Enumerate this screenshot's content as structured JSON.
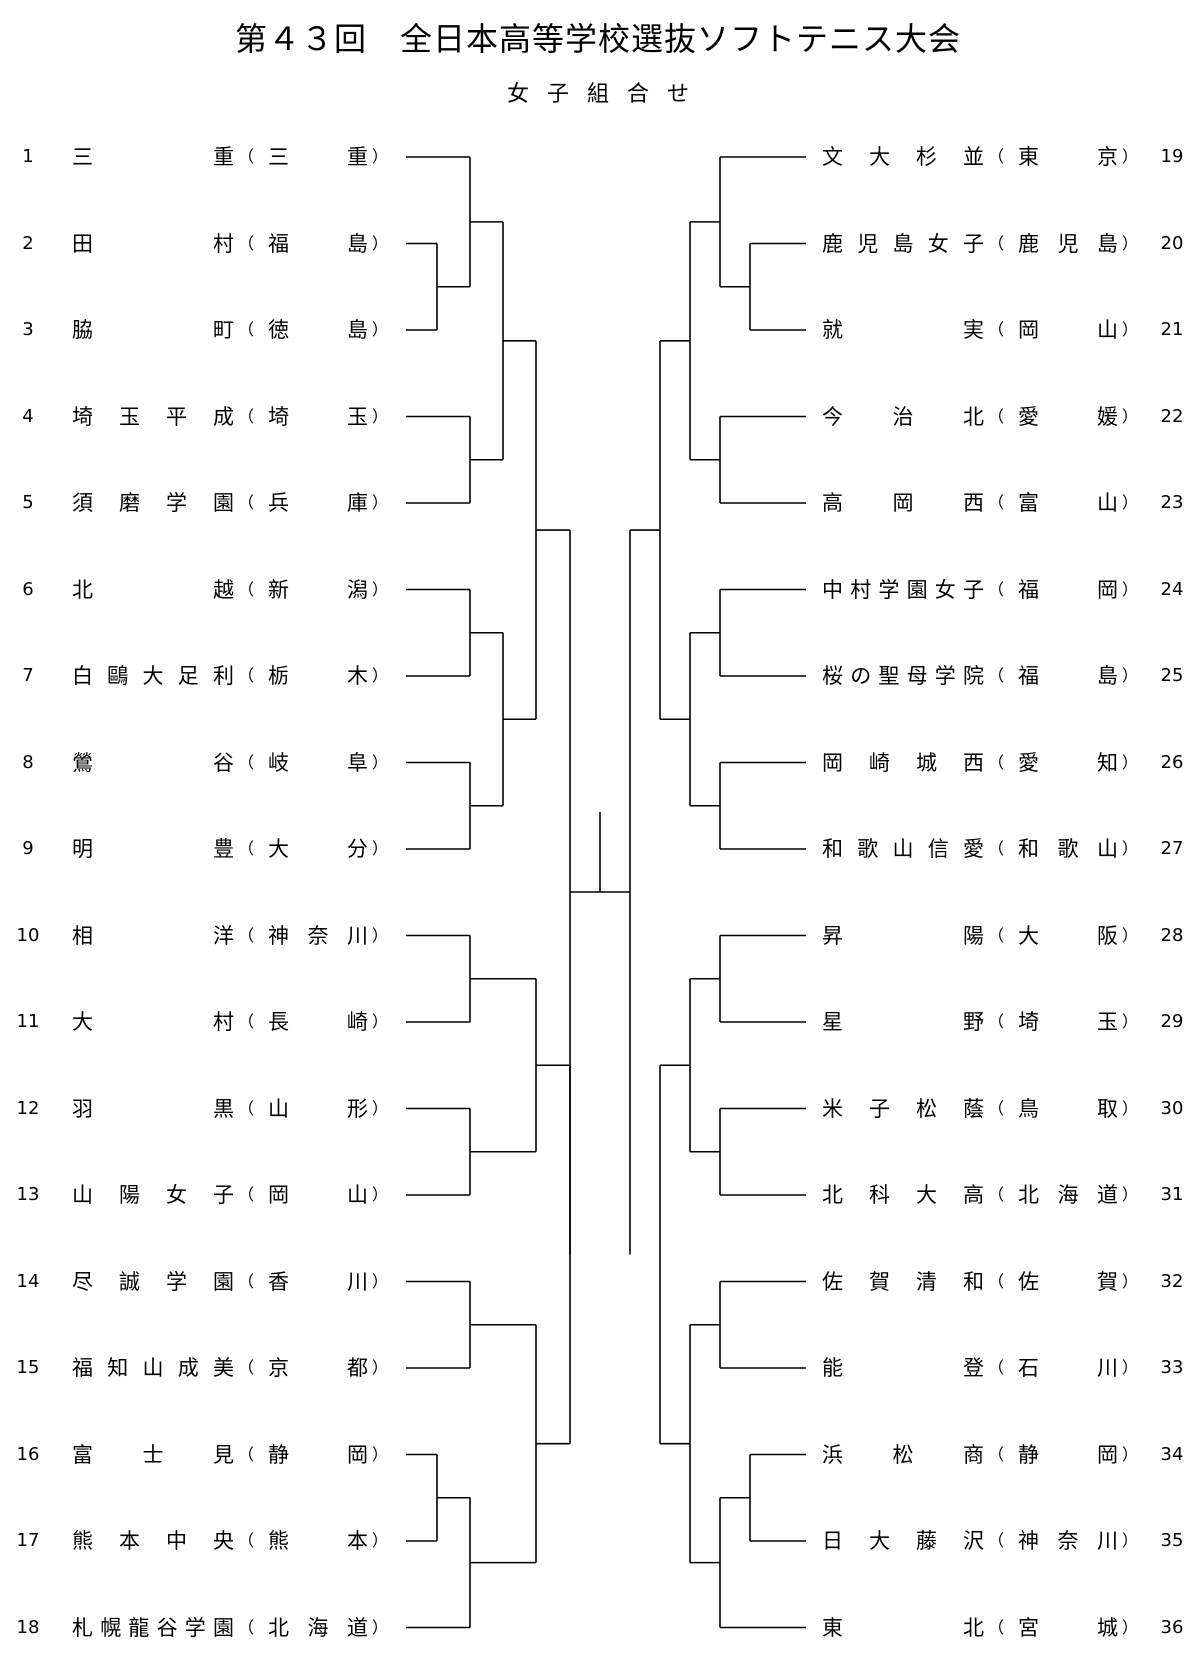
{
  "header": {
    "title": "第４３回　全日本高等学校選抜ソフトテニス大会",
    "subtitle": "女子組合せ"
  },
  "left_entries": [
    {
      "no": "1",
      "school": "三重",
      "pref": "三重"
    },
    {
      "no": "2",
      "school": "田村",
      "pref": "福島"
    },
    {
      "no": "3",
      "school": "脇町",
      "pref": "徳島"
    },
    {
      "no": "4",
      "school": "埼玉平成",
      "pref": "埼玉"
    },
    {
      "no": "5",
      "school": "須磨学園",
      "pref": "兵庫"
    },
    {
      "no": "6",
      "school": "北越",
      "pref": "新潟"
    },
    {
      "no": "7",
      "school": "白鷗大足利",
      "pref": "栃木"
    },
    {
      "no": "8",
      "school": "鶯谷",
      "pref": "岐阜"
    },
    {
      "no": "9",
      "school": "明豊",
      "pref": "大分"
    },
    {
      "no": "10",
      "school": "相洋",
      "pref": "神奈川"
    },
    {
      "no": "11",
      "school": "大村",
      "pref": "長崎"
    },
    {
      "no": "12",
      "school": "羽黒",
      "pref": "山形"
    },
    {
      "no": "13",
      "school": "山陽女子",
      "pref": "岡山"
    },
    {
      "no": "14",
      "school": "尽誠学園",
      "pref": "香川"
    },
    {
      "no": "15",
      "school": "福知山成美",
      "pref": "京都"
    },
    {
      "no": "16",
      "school": "富士見",
      "pref": "静岡"
    },
    {
      "no": "17",
      "school": "熊本中央",
      "pref": "熊本"
    },
    {
      "no": "18",
      "school": "札幌龍谷学園",
      "pref": "北海道"
    }
  ],
  "right_entries": [
    {
      "no": "19",
      "school": "文大杉並",
      "pref": "東京"
    },
    {
      "no": "20",
      "school": "鹿児島女子",
      "pref": "鹿児島"
    },
    {
      "no": "21",
      "school": "就実",
      "pref": "岡山"
    },
    {
      "no": "22",
      "school": "今治北",
      "pref": "愛媛"
    },
    {
      "no": "23",
      "school": "高岡西",
      "pref": "富山"
    },
    {
      "no": "24",
      "school": "中村学園女子",
      "pref": "福岡"
    },
    {
      "no": "25",
      "school": "桜の聖母学院",
      "pref": "福島"
    },
    {
      "no": "26",
      "school": "岡崎城西",
      "pref": "愛知"
    },
    {
      "no": "27",
      "school": "和歌山信愛",
      "pref": "和歌山"
    },
    {
      "no": "28",
      "school": "昇陽",
      "pref": "大阪"
    },
    {
      "no": "29",
      "school": "星野",
      "pref": "埼玉"
    },
    {
      "no": "30",
      "school": "米子松蔭",
      "pref": "鳥取"
    },
    {
      "no": "31",
      "school": "北科大高",
      "pref": "北海道"
    },
    {
      "no": "32",
      "school": "佐賀清和",
      "pref": "佐賀"
    },
    {
      "no": "33",
      "school": "能登",
      "pref": "石川"
    },
    {
      "no": "34",
      "school": "浜松商",
      "pref": "静岡"
    },
    {
      "no": "35",
      "school": "日大藤沢",
      "pref": "神奈川"
    },
    {
      "no": "36",
      "school": "東北",
      "pref": "宮城"
    }
  ],
  "brackets": {
    "paren_open": "（",
    "paren_close": "）"
  }
}
